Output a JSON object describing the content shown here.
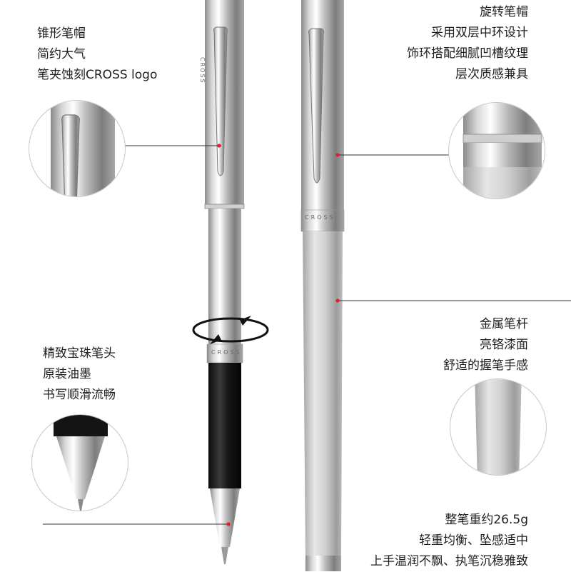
{
  "product": {
    "brand_mark": "CROSS",
    "colors": {
      "chrome_light": "#f4f4f4",
      "chrome_mid": "#b9b9b9",
      "chrome_dark": "#7a7a7a",
      "grip": "#151515",
      "marker": "#e0202a"
    }
  },
  "callouts": {
    "cap_shape": {
      "lines": [
        "锥形笔帽",
        "简约大气",
        "笔夹蚀刻CROSS logo"
      ]
    },
    "cap_rotate": {
      "lines": [
        "旋转笔帽",
        "采用双层中环设计",
        "饰环搭配细腻凹槽纹理",
        "层次质感兼具"
      ]
    },
    "ballpoint_tip": {
      "lines": [
        "精致宝珠笔头",
        "原装油墨",
        "书写顺滑流畅"
      ]
    },
    "barrel": {
      "lines": [
        "金属笔杆",
        "亮铬漆面",
        "舒适的握笔手感"
      ]
    },
    "weight": {
      "lines": [
        "整笔重约26.5g",
        "轻重均衡、坠感适中",
        "上手温润不飘、执笔沉稳雅致"
      ]
    }
  }
}
